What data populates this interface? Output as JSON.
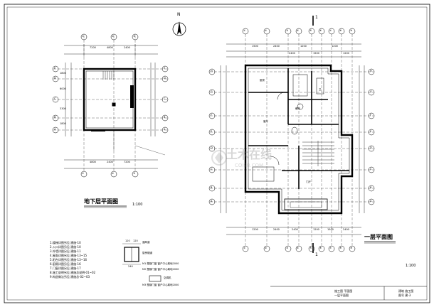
{
  "north_label": "N",
  "section_mark": "1",
  "basement": {
    "title": "地下层平面图",
    "scale": "1:100",
    "axes_h": [
      "①",
      "②",
      "③"
    ],
    "axes_v": [
      "E",
      "D",
      "C",
      "B",
      "A"
    ],
    "dims_top": [
      "7200",
      "4800",
      "2400"
    ],
    "dims_bottom": [
      "4800",
      "2400",
      "7200"
    ],
    "dims_left": [
      "1800",
      "6000",
      "3300",
      "1800"
    ]
  },
  "first_floor": {
    "title": "一层平面图",
    "scale": "1:100",
    "axes_h_top": [
      "①",
      "②",
      "③",
      "④",
      "⑤",
      "⑥",
      "⑦",
      "⑧",
      "⑨"
    ],
    "axes_h_bottom": [
      "①",
      "②",
      "③",
      "④",
      "⑤",
      "⑥",
      "⑦",
      "⑧",
      "⑨"
    ],
    "axes_v_left": [
      "H",
      "G",
      "F",
      "E",
      "D",
      "C",
      "B",
      "A"
    ],
    "axes_v_right": [
      "H",
      "G",
      "F",
      "E",
      "D",
      "C",
      "B",
      "A"
    ],
    "dims_top": [
      "1500",
      "2400",
      "2400",
      "1200",
      "1500",
      "1200",
      "1200"
    ],
    "dims_bottom": [
      "1200",
      "2400",
      "2400",
      "1200",
      "1500",
      "2400"
    ],
    "rooms": [
      "厨房",
      "餐厅",
      "客厅",
      "门厅",
      "卫"
    ]
  },
  "notes": [
    "1.楼梯详图另见    建施-10",
    "2.入口详图另见    建施-10",
    "3.外墙详图另见    建施-11",
    "4.屋面详图另见    建施-13~15",
    "5.阳台详图另见    建施-13~16",
    "6.厨厕详图另见    建施-16",
    "7.门窗详图另见    建施-17",
    "8.施工说明另见    建施总说明-01~02",
    "9.构造做法另见    建施总-02~03"
  ],
  "detail": {
    "label": "通风道",
    "dims": [
      "120",
      "120"
    ],
    "dim_w": "240",
    "sub": "厨房烟道"
  },
  "legend": {
    "items": [
      "M1 塑钢门窗  窗户中心离地2000",
      "M2 塑钢门窗  窗户中心离地2000",
      "M3 塑钢门窗  窗户中心离地2000"
    ],
    "box_label": "空调机"
  },
  "footer": {
    "left": "施工图 平面图",
    "left2": "一层平面图",
    "right": "建筑 施工图",
    "right2": "图号 建-3"
  },
  "watermark": "土木在线",
  "watermark_sub": "COI88.COM"
}
